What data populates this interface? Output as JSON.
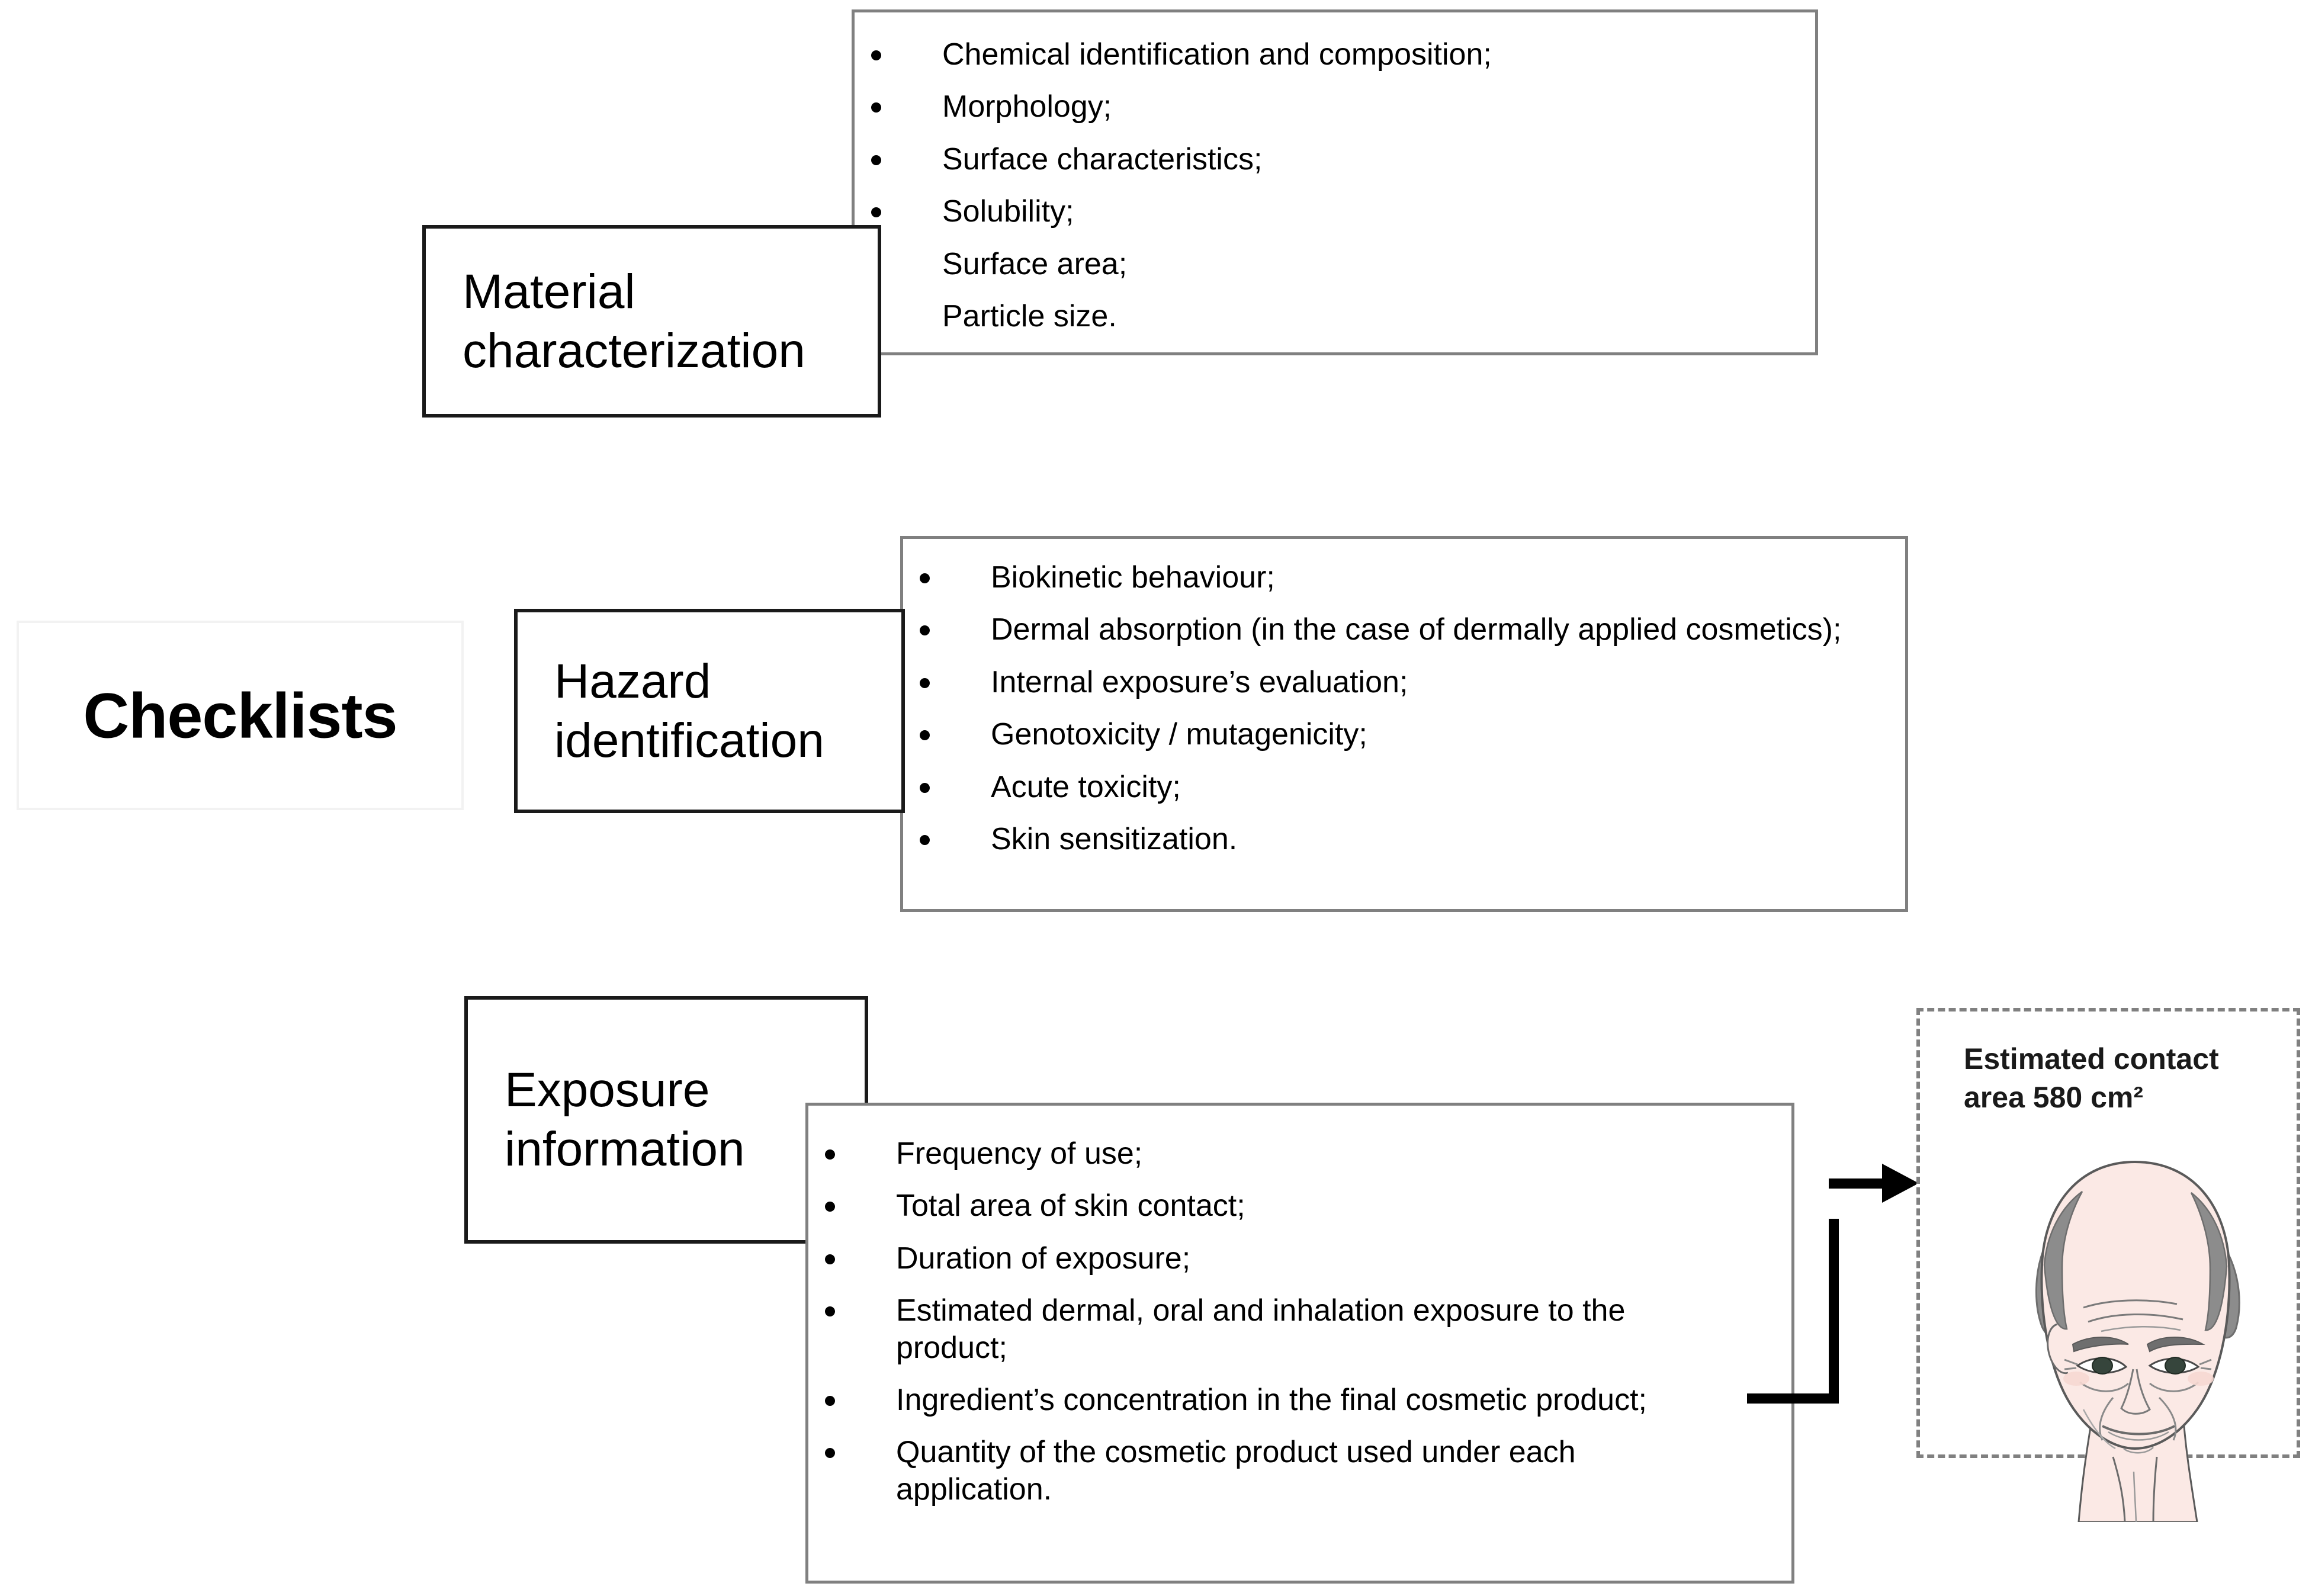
{
  "diagram": {
    "root": {
      "label": "Checklists"
    },
    "branches": [
      {
        "name": "material-characterization",
        "label": "Material\ncharacterization",
        "items": [
          "Chemical identification and composition;",
          "Morphology;",
          "Surface characteristics;",
          "Solubility;",
          "Surface area;",
          "Particle size."
        ]
      },
      {
        "name": "hazard-identification",
        "label": "Hazard\nidentification",
        "items": [
          "Biokinetic behaviour;",
          "Dermal absorption (in the case of dermally applied cosmetics);",
          "Internal exposure’s evaluation;",
          "Genotoxicity / mutagenicity;",
          "Acute toxicity;",
          "Skin sensitization."
        ]
      },
      {
        "name": "exposure-information",
        "label": "Exposure\ninformation",
        "items": [
          "Frequency of use;",
          "Total area of skin contact;",
          "Duration of exposure;",
          "Estimated dermal, oral and inhalation exposure to the product;",
          "Ingredient’s concentration in the final cosmetic product;",
          "Quantity of the cosmetic product used under each application."
        ]
      }
    ],
    "callout": {
      "name": "estimated-contact-area",
      "text": "Estimated contact area 580 cm²",
      "illustration": "elderly-man-face"
    },
    "colors": {
      "content_box_border": "#808080",
      "label_box_border": "#1a1a1a",
      "dashed_box_border": "#808080",
      "text": "#000000",
      "skin": "#fbe9e5",
      "hair_gray": "#8c8c8c"
    }
  }
}
